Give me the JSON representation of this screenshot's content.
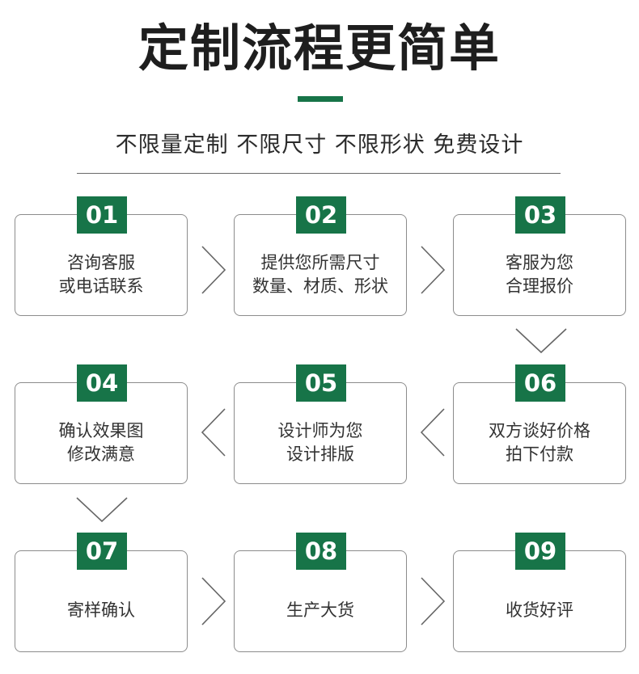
{
  "title": "定制流程更简单",
  "subtitle": "不限量定制 不限尺寸 不限形状 免费设计",
  "colors": {
    "accent": "#177448",
    "border": "#8c8c8c",
    "arrow": "#666666",
    "text": "#333333"
  },
  "steps": [
    {
      "number": "01",
      "lines": [
        "咨询客服",
        "或电话联系"
      ]
    },
    {
      "number": "02",
      "lines": [
        "提供您所需尺寸",
        "数量、材质、形状"
      ]
    },
    {
      "number": "03",
      "lines": [
        "客服为您",
        "合理报价"
      ]
    },
    {
      "number": "04",
      "lines": [
        "确认效果图",
        "修改满意"
      ]
    },
    {
      "number": "05",
      "lines": [
        "设计师为您",
        "设计排版"
      ]
    },
    {
      "number": "06",
      "lines": [
        "双方谈好价格",
        "拍下付款"
      ]
    },
    {
      "number": "07",
      "lines": [
        "寄样确认"
      ]
    },
    {
      "number": "08",
      "lines": [
        "生产大货"
      ]
    },
    {
      "number": "09",
      "lines": [
        "收货好评"
      ]
    }
  ],
  "arrows": [
    "chevron-right-icon",
    "chevron-down-icon",
    "chevron-left-icon"
  ]
}
